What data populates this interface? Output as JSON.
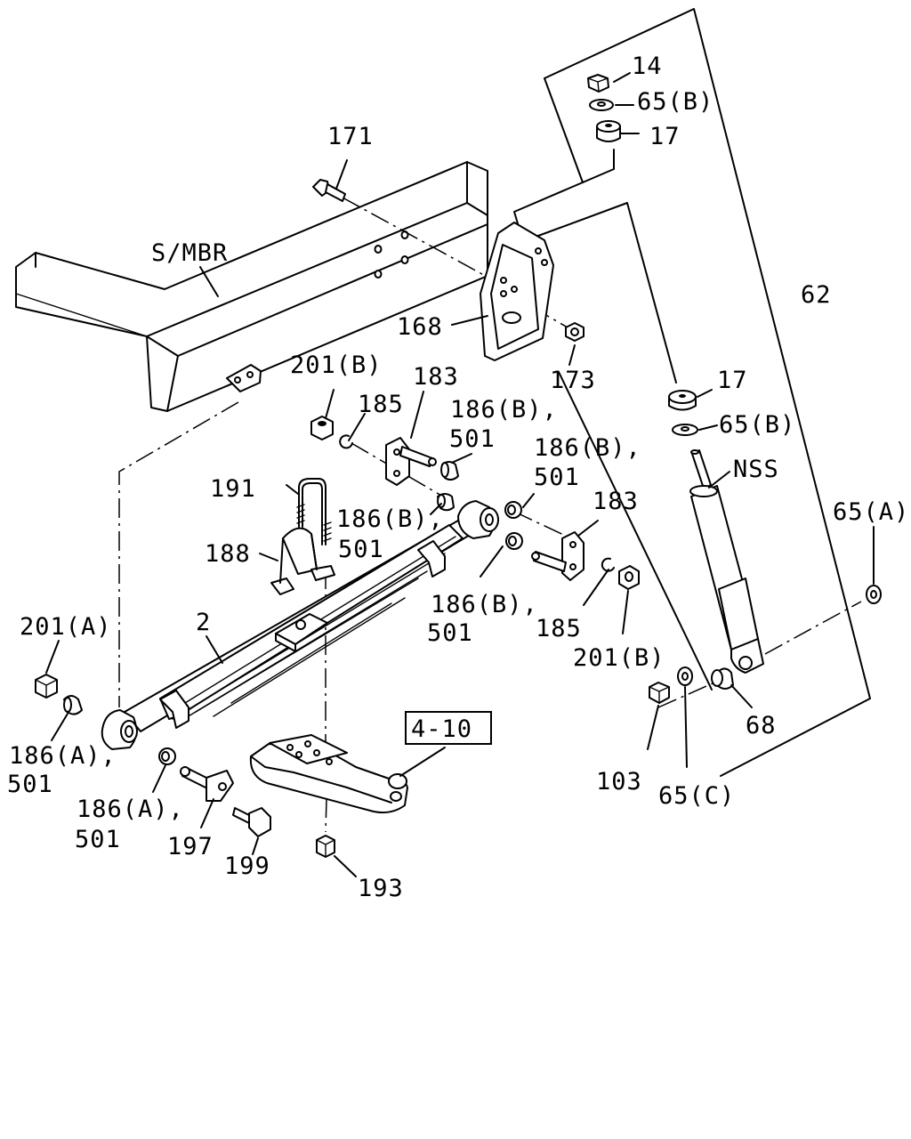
{
  "labels": {
    "l14": "14",
    "l65b_top": "65(B)",
    "l17_top": "17",
    "l171": "171",
    "lsmbr": "S/MBR",
    "l62": "62",
    "l168": "168",
    "l173": "173",
    "l17_mid": "17",
    "l65b_mid": "65(B)",
    "l201b_top": "201(B)",
    "l183_top": "183",
    "l185_top": "185",
    "l186b_a1": "186(B),",
    "l501_a": "501",
    "l186b_b1": "186(B),",
    "l501_b": "501",
    "lnss": "NSS",
    "l65a": "65(A)",
    "l191": "191",
    "l186b_c1": "186(B),",
    "l501_c": "501",
    "l183_right": "183",
    "l188": "188",
    "l186b_d1": "186(B),",
    "l501_d": "501",
    "l185_bot": "185",
    "l201b_bot": "201(B)",
    "l2": "2",
    "l201a": "201(A)",
    "l68": "68",
    "l410": "4-10",
    "l186a_a1": "186(A),",
    "l501_e": "501",
    "l103": "103",
    "l65c": "65(C)",
    "l186a_b1": "186(A),",
    "l501_f": "501",
    "l197": "197",
    "l199": "199",
    "l193": "193"
  }
}
